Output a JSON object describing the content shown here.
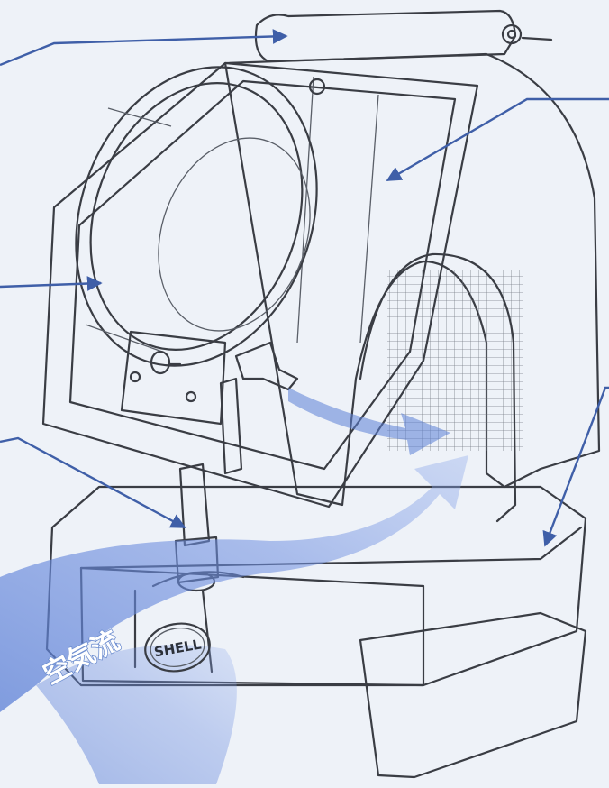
{
  "airflow_label": "空気流",
  "badge": {
    "brand": "SHELL"
  },
  "colors": {
    "background": "#eef2f8",
    "airflow": "#5b7fd6",
    "leader": "#3f5fa8",
    "outline": "#3a3d44"
  },
  "callouts": [
    {
      "name": "top-handle-callout"
    },
    {
      "name": "window-panel-callout"
    },
    {
      "name": "lens-ring-callout"
    },
    {
      "name": "side-opening-callout"
    },
    {
      "name": "nozzle-joint-callout"
    }
  ]
}
